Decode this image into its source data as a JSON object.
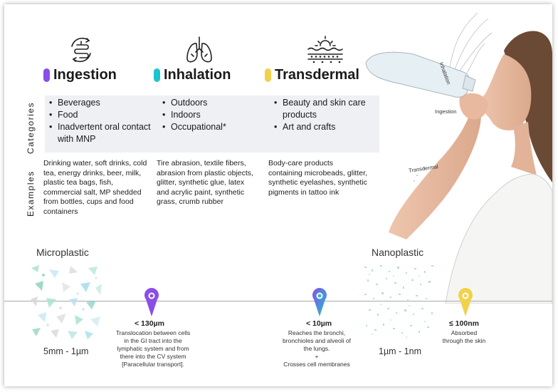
{
  "side_labels": {
    "categories": "Categories",
    "examples": "Examples"
  },
  "routes": [
    {
      "title": "Ingestion",
      "color": "#8a4fe6",
      "icon": "intestine-cycle-icon",
      "categories": [
        "Beverages",
        "Food",
        "Inadvertent oral contact with MNP"
      ],
      "examples": "Drinking water, soft drinks, cold tea, energy drinks, beer, milk, plastic tea bags, fish, commercial salt, MP shedded from bottles, cups and food containers"
    },
    {
      "title": "Inhalation",
      "color": "#1ec3cf",
      "icon": "lungs-icon",
      "categories": [
        "Outdoors",
        "Indoors",
        "Occupational*"
      ],
      "examples": "Tire abrasion, textile fibers, abrasion from plastic objects, glitter, synthetic glue, latex and acrylic paint, synthetic grass, crumb rubber"
    },
    {
      "title": "Transdermal",
      "color": "#f2d24b",
      "icon": "skin-layers-icon",
      "categories": [
        "Beauty and skin care products",
        "Art and crafts"
      ],
      "examples": "Body-care products containing microbeads, glitter, synthetic eyelashes, synthetic pigments in tattoo ink"
    }
  ],
  "figure_labels": {
    "inhalation": "Inhalation",
    "ingestion": "Ingestion",
    "transdermal": "Transdermal"
  },
  "scale": {
    "micro": {
      "label": "Microplastic",
      "range": "5mm - 1µm"
    },
    "nano": {
      "label": "Nanoplastic",
      "range": "1µm - 1nm"
    },
    "markers": [
      {
        "value": "< 130µm",
        "color": "#8a4fe6",
        "desc": [
          "Translocation between cells",
          "in the GI tract into the",
          "lymphatic system and from",
          "there into the CV system",
          "[Paracellular transport]."
        ]
      },
      {
        "value": "< 10µm",
        "color": "#1ec3cf",
        "desc": [
          "Reaches the bronchi,",
          "bronchioles and alveoli of",
          "the lungs.",
          "+",
          "Crosses cell membranes"
        ]
      },
      {
        "value": "≤ 100nm",
        "color": "#f2d24b",
        "desc": [
          "Absorbed",
          "through the skin"
        ]
      }
    ]
  }
}
